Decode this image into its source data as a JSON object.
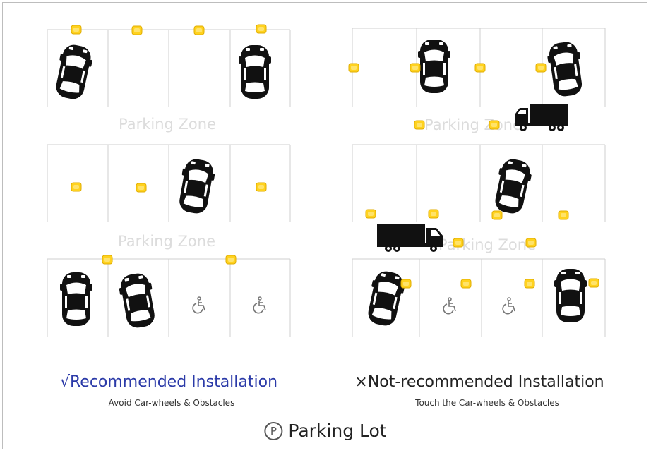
{
  "zones": {
    "left_top_label": "Parking Zone",
    "left_mid_label": "Parking Zone",
    "right_top_label": "Parking Zone",
    "right_mid_label": "Parking Zone"
  },
  "captions": {
    "recommended": {
      "title": "√Recommended Installation",
      "subtitle": "Avoid Car-wheels & Obstacles",
      "color": "#2b3aa8"
    },
    "not_recommended": {
      "title": "×Not-recommended Installation",
      "subtitle": "Touch the Car-wheels & Obstacles",
      "color": "#222222"
    }
  },
  "footer": {
    "icon": "parking-circle-icon",
    "icon_glyph": "P",
    "text": "Parking Lot"
  },
  "colors": {
    "sensor": "#ffd21f",
    "sensor_border": "#e0ad00",
    "vehicle": "#111111",
    "line": "#cfcfcf"
  }
}
